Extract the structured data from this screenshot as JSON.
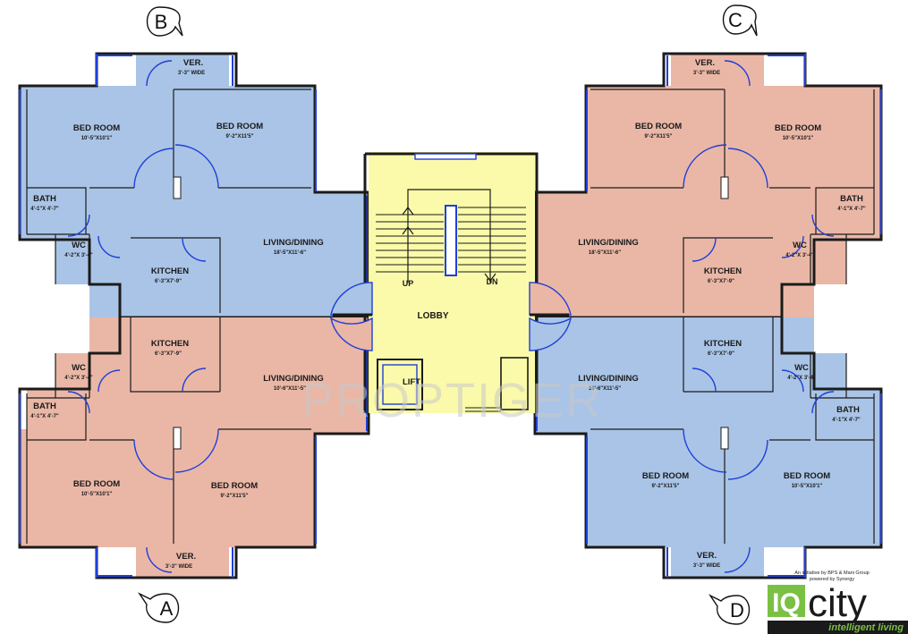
{
  "units": {
    "A": "A",
    "B": "B",
    "C": "C",
    "D": "D"
  },
  "rooms": {
    "b_bed1_name": "BED ROOM",
    "b_bed1_size": "10'-5\"X10'1\"",
    "b_bed2_name": "BED ROOM",
    "b_bed2_size": "9'-2\"X11'5\"",
    "b_ver_name": "VER.",
    "b_ver_size": "3'-3\" WIDE",
    "b_bath_name": "BATH",
    "b_bath_size": "4'-1\"X 4'-7\"",
    "b_wc_name": "WC",
    "b_wc_size": "4'-2\"X 3'-4\"",
    "b_kitchen_name": "KITCHEN",
    "b_kitchen_size": "6'-3\"X7'-9\"",
    "b_living_name": "LIVING/DINING",
    "b_living_size": "18'-5\"X11'-6\"",
    "c_bed1_name": "BED ROOM",
    "c_bed1_size": "9'-2\"X11'5\"",
    "c_bed2_name": "BED ROOM",
    "c_bed2_size": "10'-5\"X10'1\"",
    "c_ver_name": "VER.",
    "c_ver_size": "3'-3\" WIDE",
    "c_bath_name": "BATH",
    "c_bath_size": "4'-1\"X 4'-7\"",
    "c_wc_name": "WC",
    "c_wc_size": "4'-2\"X 3'-4\"",
    "c_kitchen_name": "KITCHEN",
    "c_kitchen_size": "6'-3\"X7'-9\"",
    "c_living_name": "LIVING/DINING",
    "c_living_size": "18'-5\"X11'-6\"",
    "a_kitchen_name": "KITCHEN",
    "a_kitchen_size": "6'-3\"X7'-9\"",
    "a_wc_name": "WC",
    "a_wc_size": "4'-2\"X 3'-4\"",
    "a_bath_name": "BATH",
    "a_bath_size": "4'-1\"X 4'-7\"",
    "a_living_name": "LIVING/DINING",
    "a_living_size": "10'-6\"X11'-5\"",
    "a_bed1_name": "BED ROOM",
    "a_bed1_size": "10'-5\"X10'1\"",
    "a_bed2_name": "BED ROOM",
    "a_bed2_size": "9'-2\"X11'5\"",
    "a_ver_name": "VER.",
    "a_ver_size": "3'-3\" WIDE",
    "d_kitchen_name": "KITCHEN",
    "d_kitchen_size": "6'-3\"X7'-9\"",
    "d_wc_name": "WC",
    "d_wc_size": "4'-2\"X 3'-4\"",
    "d_bath_name": "BATH",
    "d_bath_size": "4'-1\"X 4'-7\"",
    "d_living_name": "LIVING/DINING",
    "d_living_size": "10'-6\"X11'-5\"",
    "d_bed1_name": "BED ROOM",
    "d_bed1_size": "9'-2\"X11'5\"",
    "d_bed2_name": "BED ROOM",
    "d_bed2_size": "10'-5\"X10'1\"",
    "d_ver_name": "VER.",
    "d_ver_size": "3'-3\" WIDE"
  },
  "core": {
    "lobby": "LOBBY",
    "lift": "LIFT",
    "up": "UP",
    "dn": "DN"
  },
  "watermark": "PROPTIGER",
  "branding": {
    "tagline_1": "An initiative by BPS & Mani Group",
    "tagline_2": "powered by Synergy",
    "logo_iq": "IQ",
    "logo_city": "city",
    "slogan": "intelligent living"
  },
  "colors": {
    "blue_unit": "#a9c4e6",
    "pink_unit": "#eab7a6",
    "lobby": "#fafaaa",
    "wall": "#1b1b1b",
    "fixture": "#1f3fd8",
    "logo_green": "#7ac143"
  }
}
